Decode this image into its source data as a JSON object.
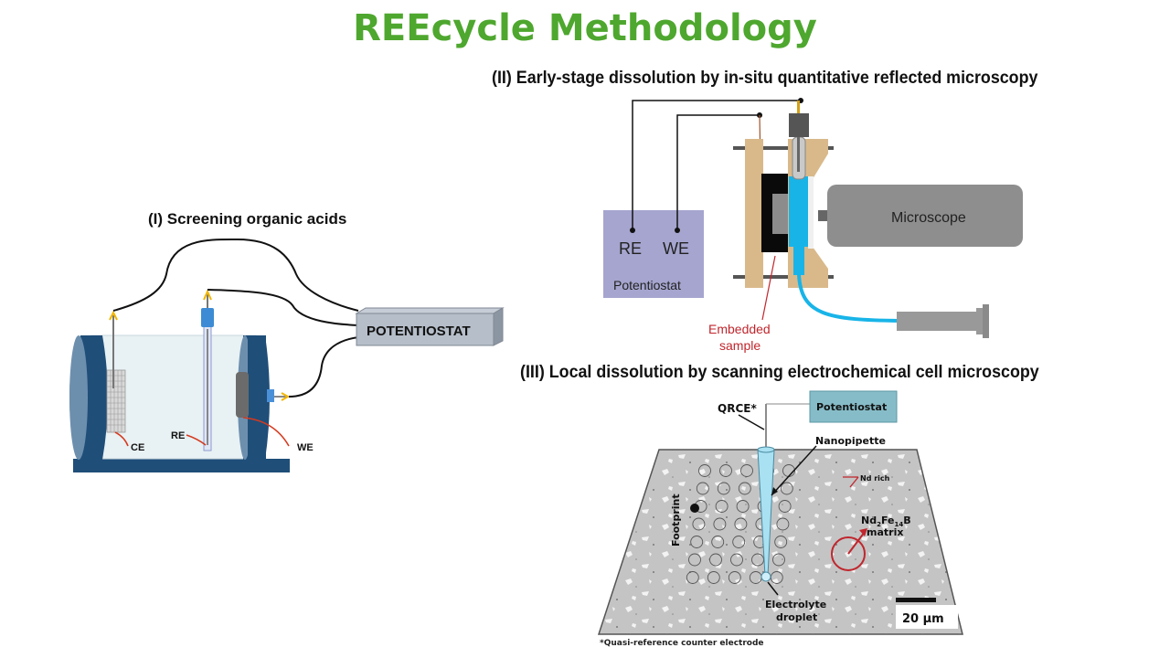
{
  "title": "REEcycle Methodology",
  "colors": {
    "title_green": "#4ea72e",
    "cell_navy": "#1f4e79",
    "potentiostat_lavender": "#a5a5cf",
    "electrolyte_blue": "#18b4e8",
    "holder_tan": "#d9b98a",
    "label_red": "#c0262d",
    "scecm_potentiostat_teal": "#86bcc8"
  },
  "section1": {
    "title": "(I) Screening organic acids",
    "potentiostat_label": "POTENTIOSTAT",
    "electrodes": {
      "ce": "CE",
      "re": "RE",
      "we": "WE"
    }
  },
  "section2": {
    "title": "(II) Early-stage dissolution by in-situ quantitative reflected microscopy",
    "potentiostat_label": "Potentiostat",
    "terminals": {
      "re": "RE",
      "we": "WE"
    },
    "microscope_label": "Microscope",
    "sample_label_line1": "Embedded",
    "sample_label_line2": "sample"
  },
  "section3": {
    "title": "(III) Local dissolution by scanning electrochemical cell microscopy",
    "qrce_label": "QRCE*",
    "potentiostat_label": "Potentiostat",
    "nanopipette_label": "Nanopipette",
    "footprint_label": "Footprint",
    "nd_rich_label": "Nd rich",
    "matrix_formula": {
      "a": "Nd",
      "sub_a": "2",
      "b": "Fe",
      "sub_b": "14",
      "c": "B"
    },
    "matrix_label": "matrix",
    "droplet_line1": "Electrolyte",
    "droplet_line2": "droplet",
    "scale_bar_label": "20 µm",
    "footnote": "*Quasi-reference counter electrode"
  }
}
